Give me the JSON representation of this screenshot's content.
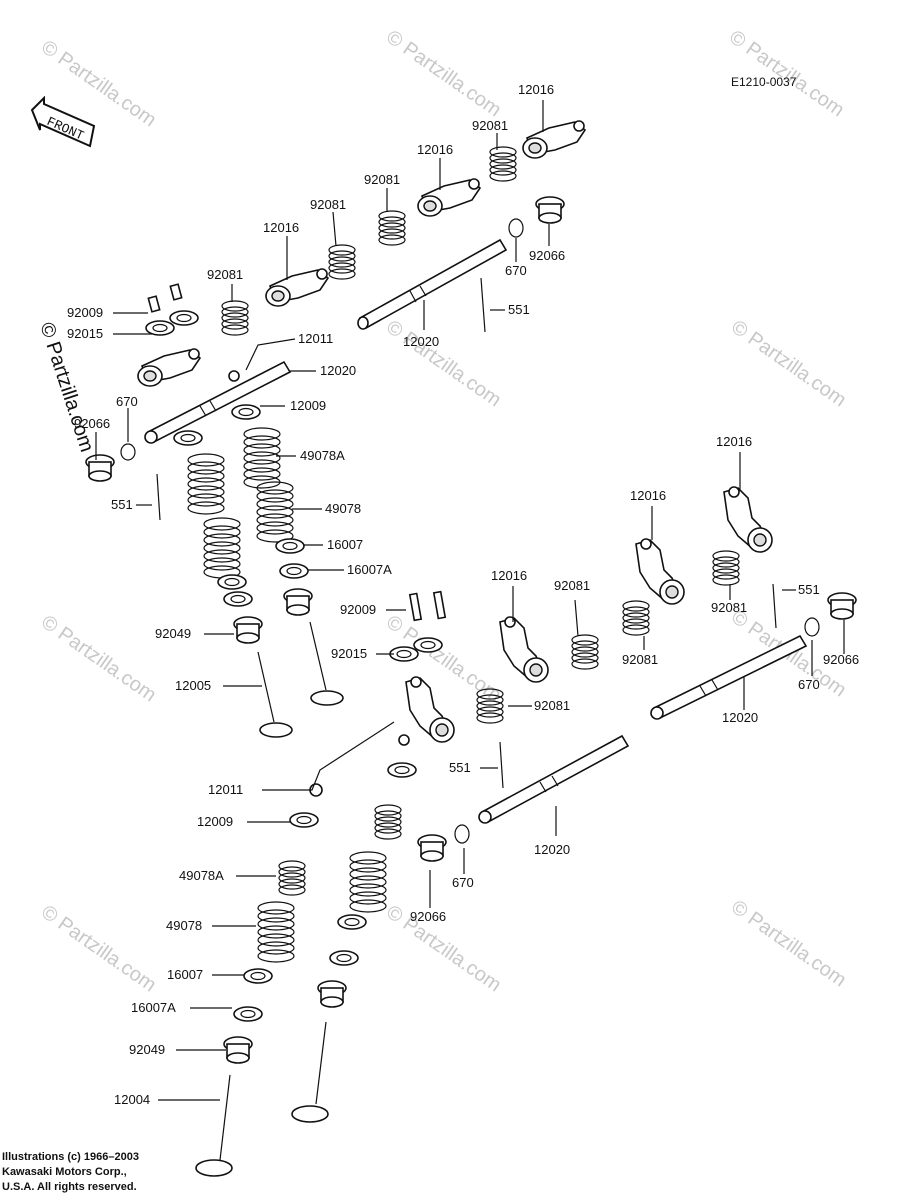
{
  "diagram_code": "E1210-0037",
  "front_label": "FRONT",
  "watermark": "© Partzilla.com",
  "credits": [
    "Illustrations (c) 1966–2003",
    "Kawasaki Motors Corp.,",
    "U.S.A.  All rights reserved."
  ],
  "labels": [
    {
      "id": "c1",
      "text": "12016"
    },
    {
      "id": "c2",
      "text": "92081"
    },
    {
      "id": "c3",
      "text": "12016"
    },
    {
      "id": "c4",
      "text": "92081"
    },
    {
      "id": "c5",
      "text": "92081"
    },
    {
      "id": "c6",
      "text": "12016"
    },
    {
      "id": "c7",
      "text": "92081"
    },
    {
      "id": "c8",
      "text": "670"
    },
    {
      "id": "c9",
      "text": "92066"
    },
    {
      "id": "c10",
      "text": "551"
    },
    {
      "id": "c11",
      "text": "12020"
    },
    {
      "id": "c12",
      "text": "92009"
    },
    {
      "id": "c13",
      "text": "92015"
    },
    {
      "id": "c14",
      "text": "12011"
    },
    {
      "id": "c15",
      "text": "12020"
    },
    {
      "id": "c16",
      "text": "670"
    },
    {
      "id": "c17",
      "text": "12009"
    },
    {
      "id": "c18",
      "text": "92066"
    },
    {
      "id": "c19",
      "text": "49078A"
    },
    {
      "id": "c20",
      "text": "551"
    },
    {
      "id": "c21",
      "text": "49078"
    },
    {
      "id": "c22",
      "text": "16007"
    },
    {
      "id": "c23",
      "text": "16007A"
    },
    {
      "id": "c24",
      "text": "92009"
    },
    {
      "id": "c25",
      "text": "92049"
    },
    {
      "id": "c26",
      "text": "92015"
    },
    {
      "id": "c27",
      "text": "12005"
    },
    {
      "id": "c28",
      "text": "12016"
    },
    {
      "id": "c29",
      "text": "12016"
    },
    {
      "id": "c30",
      "text": "12016"
    },
    {
      "id": "c31",
      "text": "92081"
    },
    {
      "id": "c32",
      "text": "551"
    },
    {
      "id": "c33",
      "text": "92081"
    },
    {
      "id": "c34",
      "text": "92081"
    },
    {
      "id": "c35",
      "text": "92066"
    },
    {
      "id": "c36",
      "text": "670"
    },
    {
      "id": "c37",
      "text": "92081"
    },
    {
      "id": "c38",
      "text": "12020"
    },
    {
      "id": "c39",
      "text": "551"
    },
    {
      "id": "c40",
      "text": "12011"
    },
    {
      "id": "c41",
      "text": "12009"
    },
    {
      "id": "c42",
      "text": "12020"
    },
    {
      "id": "c43",
      "text": "670"
    },
    {
      "id": "c44",
      "text": "49078A"
    },
    {
      "id": "c45",
      "text": "92066"
    },
    {
      "id": "c46",
      "text": "49078"
    },
    {
      "id": "c47",
      "text": "16007"
    },
    {
      "id": "c48",
      "text": "16007A"
    },
    {
      "id": "c49",
      "text": "92049"
    },
    {
      "id": "c50",
      "text": "12004"
    }
  ]
}
